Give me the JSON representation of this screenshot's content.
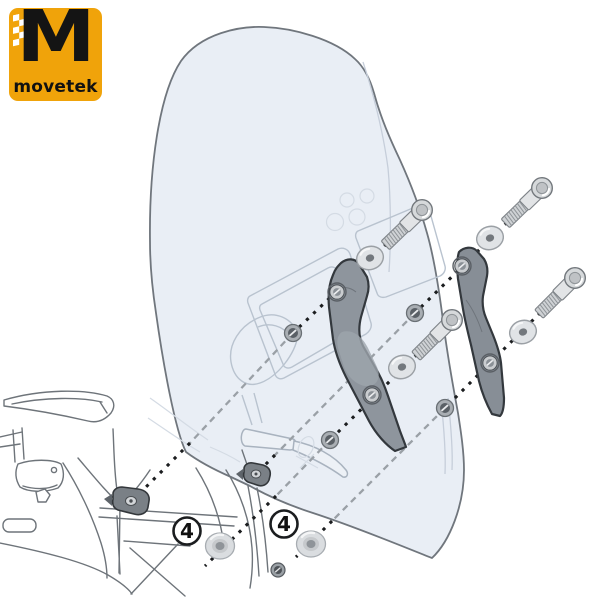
{
  "logo": {
    "letter": "M",
    "name": "movetek",
    "bg_color": "#F0A30A",
    "letter_color": "#141414",
    "checker_color": "#FFFFFF"
  },
  "callouts": [
    {
      "label": "4"
    },
    {
      "label": "4"
    }
  ],
  "colors": {
    "background": "#FFFFFF",
    "windshield_fill": "#E9EEF5",
    "windshield_edge": "#70767D",
    "bracket_fill": "#8E959D",
    "bracket_fill_right": "#878E96",
    "bracket_outline": "#33383D",
    "hardware_fill": "#D6D9DB",
    "washer_fill": "#E0E3E6",
    "grommet_fill": "#DADDE0",
    "line_bold": "#1B1D1F",
    "line_gray": "#9AA0A6",
    "bike_line": "#6E747A"
  },
  "parts": {
    "windshield_count": 1,
    "bracket_count": 2,
    "bolt_count": 4,
    "washer_count": 4,
    "shield_screw_count": 4,
    "grommet_count": 2
  }
}
